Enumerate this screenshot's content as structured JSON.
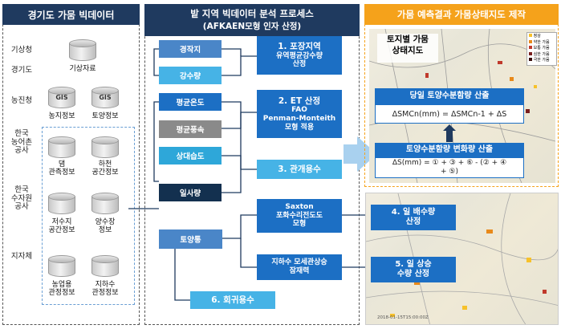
{
  "left_panel": {
    "title": "경기도 가뭄 빅데이터",
    "agencies": [
      "기상청",
      "경기도",
      "농진청",
      "한국\n농어촌\n공사",
      "한국\n수자원\n공사",
      "지자체"
    ],
    "sources": [
      {
        "name": "기상자료",
        "icon": "database-icon",
        "tag": ""
      },
      {
        "name": "농지정보",
        "icon": "database-icon",
        "tag": "GIS"
      },
      {
        "name": "토양정보",
        "icon": "database-icon",
        "tag": "GIS"
      },
      {
        "name": "댐\n관측정보",
        "icon": "database-icon",
        "tag": ""
      },
      {
        "name": "하천\n공간정보",
        "icon": "database-icon",
        "tag": ""
      },
      {
        "name": "저수지\n공간정보",
        "icon": "database-icon",
        "tag": ""
      },
      {
        "name": "양수장\n정보",
        "icon": "database-icon",
        "tag": ""
      },
      {
        "name": "농업용\n관정정보",
        "icon": "database-icon",
        "tag": ""
      },
      {
        "name": "지하수\n관정정보",
        "icon": "database-icon",
        "tag": ""
      }
    ]
  },
  "middle_panel": {
    "title": "밭 지역 빅데이터 분석 프로세스",
    "subtitle": "(AFKAEN모형 인자 산정)",
    "factors": [
      "경작지",
      "강수량",
      "평균온도",
      "평균풍속",
      "상대습도",
      "일사량",
      "토양통"
    ],
    "steps": [
      {
        "title": "1. 포장지역",
        "lines": [
          "유역평균강수량",
          "산정"
        ]
      },
      {
        "title": "2. ET 산정",
        "lines": [
          "FAO",
          "Penman-Monteith",
          "모형 적용"
        ]
      },
      {
        "title": "3. 관개용수",
        "lines": []
      },
      {
        "title": "Saxton",
        "lines": [
          "포화수리전도도",
          "모형"
        ]
      },
      {
        "title": "지하수 모세관상승",
        "lines": [
          "잠재력"
        ]
      },
      {
        "title": "6. 회귀용수",
        "lines": []
      }
    ]
  },
  "right_panel": {
    "title": "가뭄 예측결과 가뭄상태지도 제작",
    "map_label": "토지별 가뭄\n상태지도",
    "legend": [
      {
        "label": "정상",
        "color": "#f7c12a"
      },
      {
        "label": "약한 가뭄",
        "color": "#e8891a"
      },
      {
        "label": "보통 가뭄",
        "color": "#c0392b"
      },
      {
        "label": "심한 가뭄",
        "color": "#7a1f1f"
      },
      {
        "label": "극한 가뭄",
        "color": "#3a0d0d"
      }
    ],
    "formula1_title": "당일 토양수분함량 산출",
    "formula1": "ΔSMCn(mm) = ΔSMCn-1 + ΔS",
    "formula2_title": "토양수분함량 변화량 산출",
    "formula2": "ΔS(mm) = ① + ③ + ⑥ - (② + ④",
    "formula2_cont": "+ ⑤)",
    "step4": "4. 일 배수량\n산정",
    "step5": "5. 일 상승\n수량 산정",
    "map_footer": "2018-01-15T15:00:00Z"
  },
  "colors": {
    "navy": "#1f3a5f",
    "orange": "#f5a21b",
    "step_blue": "#1c6fc4",
    "factor_blue": "#4a86c8",
    "factor_cyan": "#46b3e6",
    "factor_gray": "#8a8a8a",
    "factor_dark": "#13304f"
  }
}
